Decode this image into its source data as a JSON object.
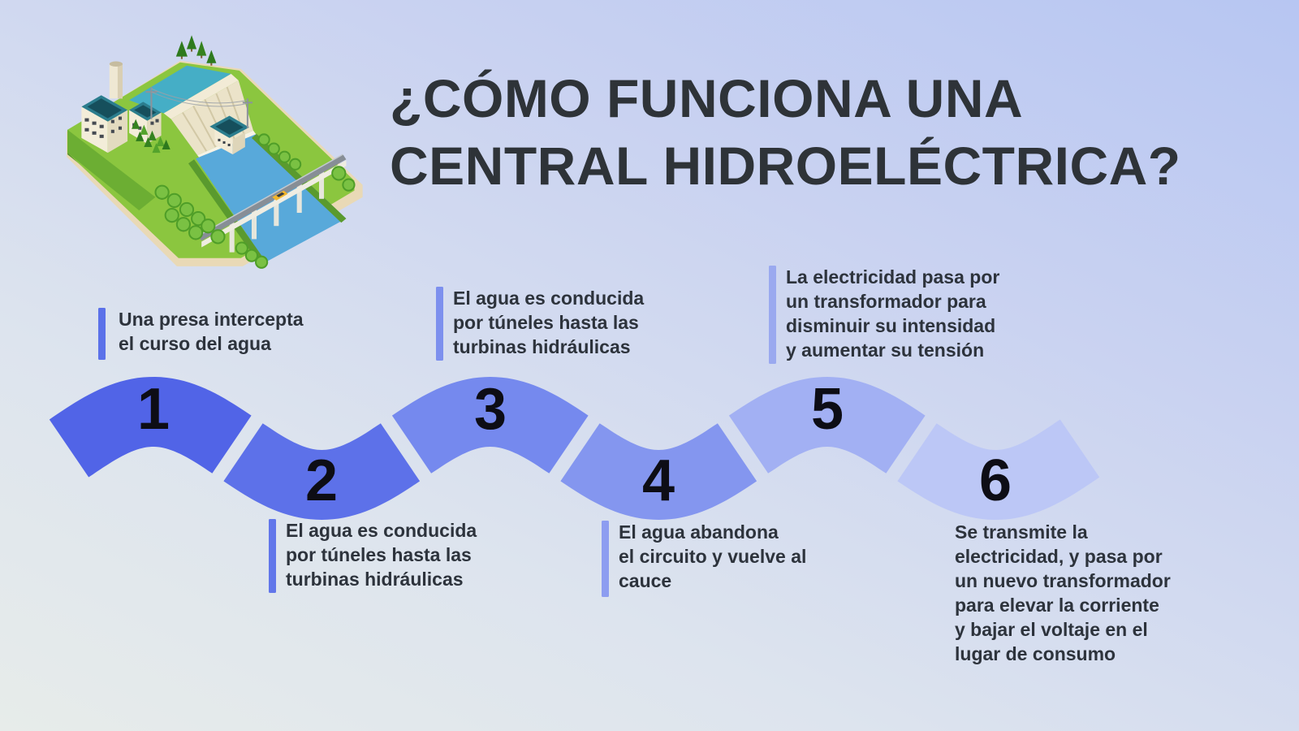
{
  "title": {
    "line1": "¿CÓMO FUNCIONA UNA",
    "line2": "CENTRAL HIDROELÉCTRICA?"
  },
  "illustration": {
    "alt": "isometric hydroelectric dam with reservoir, river, bridge and power house"
  },
  "steps": [
    {
      "number": "1",
      "position": "top",
      "text": "Una presa intercepta\nel curso del agua",
      "segment_color": "#5164e7",
      "bar_color": "#5b71e9"
    },
    {
      "number": "2",
      "position": "bottom",
      "text": "El agua es conducida\npor túneles hasta las\nturbinas hidráulicas",
      "segment_color": "#5d71e9",
      "bar_color": "#6277ea"
    },
    {
      "number": "3",
      "position": "top",
      "text": "El agua es conducida\npor túneles hasta las\nturbinas hidráulicas",
      "segment_color": "#7589ee",
      "bar_color": "#7d90ee"
    },
    {
      "number": "4",
      "position": "bottom",
      "text": "El agua abandona\nel circuito y vuelve al\ncauce",
      "segment_color": "#8496ef",
      "bar_color": "#8d9df0"
    },
    {
      "number": "5",
      "position": "top",
      "text": "La electricidad pasa por\nun transformador para\ndisminuir su intensidad\ny aumentar su tensión",
      "segment_color": "#a2b0f3",
      "bar_color": "#9aa9ef"
    },
    {
      "number": "6",
      "position": "bottom",
      "text": "Se transmite la\nelectricidad, y pasa por\nun nuevo transformador\npara elevar la corriente\ny bajar el voltaje en el\nlugar de consumo",
      "segment_color": "#bcc7f6",
      "bar_color": ""
    }
  ],
  "colors": {
    "background_top": "#b7c6f2",
    "background_bottom": "#e7ecea",
    "title_text": "#2e3338",
    "step_text": "#2d333c",
    "number_text": "#0d0d15"
  }
}
